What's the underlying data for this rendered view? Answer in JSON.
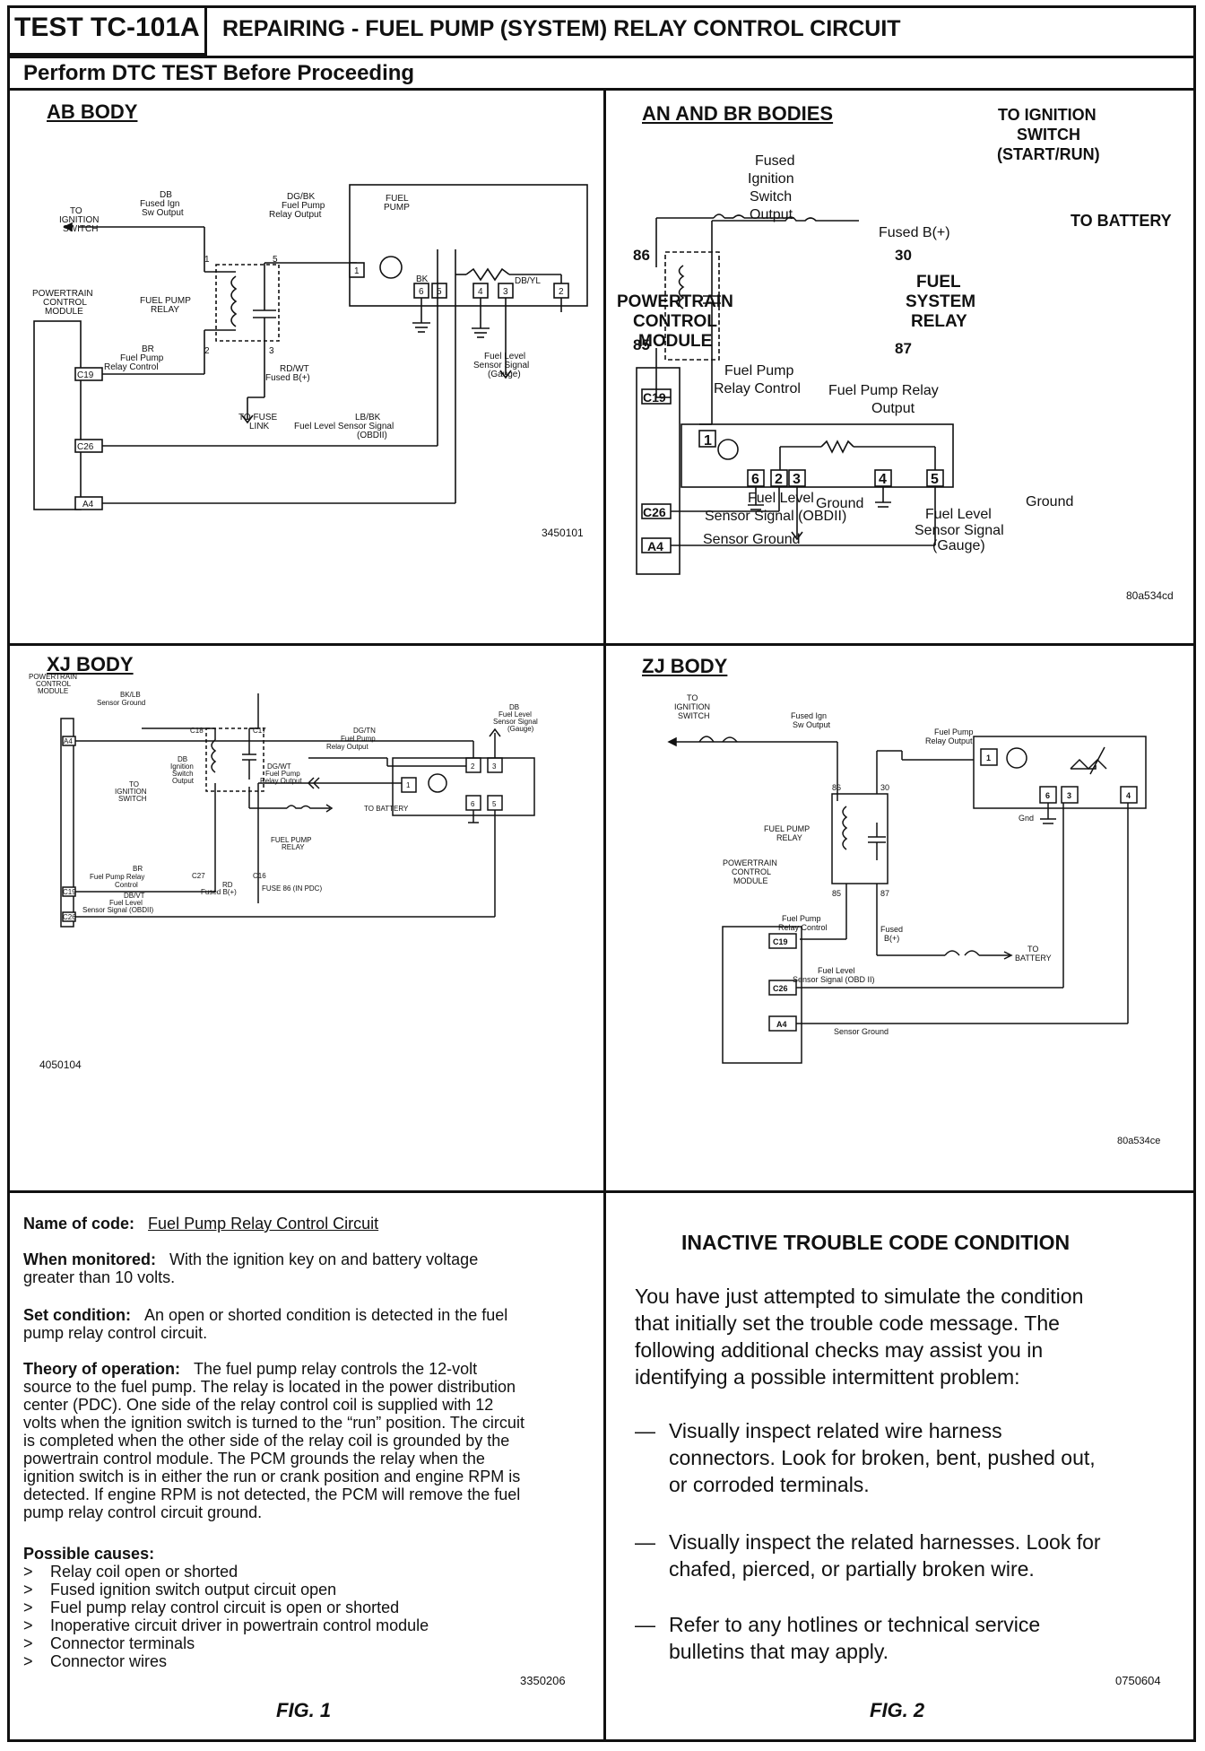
{
  "header": {
    "test_id": "TEST TC-101A",
    "title": "REPAIRING - FUEL PUMP (SYSTEM) RELAY CONTROL CIRCUIT",
    "subtitle": "Perform DTC TEST Before Proceeding"
  },
  "panels": {
    "ab": {
      "title": "AB BODY",
      "ref": "3450101",
      "labels": {
        "to_ign": [
          "TO",
          "IGNITION",
          "SWITCH"
        ],
        "db_out": [
          "DB",
          "Fused Ign",
          "Sw Output"
        ],
        "dgbk": [
          "DG/BK",
          "Fuel Pump",
          "Relay Output"
        ],
        "fuel_pump": [
          "FUEL",
          "PUMP"
        ],
        "pcm": [
          "POWERTRAIN",
          "CONTROL",
          "MODULE"
        ],
        "relay": [
          "FUEL PUMP",
          "RELAY"
        ],
        "br": [
          "BR",
          "Fuel Pump",
          "Relay Control"
        ],
        "rdwt": [
          "RD/WT",
          "Fused B(+)"
        ],
        "to_fuse": [
          "TO FUSE",
          "LINK"
        ],
        "lbbk": [
          "LB/BK",
          "Fuel Level Sensor Signal",
          "(OBDII)"
        ],
        "fuel_level": [
          "Fuel Level",
          "Sensor Signal",
          "(Gauge)"
        ],
        "bk": "BK",
        "dbyl": "DB/YL",
        "pins": [
          "1",
          "5",
          "3",
          "2",
          "1",
          "6",
          "5",
          "4",
          "3",
          "2"
        ],
        "pcm_pins": [
          "C19",
          "C26",
          "A4"
        ]
      }
    },
    "anbr": {
      "title": "AN AND BR BODIES",
      "ref": "80a534cd",
      "labels": {
        "fused_ign": [
          "Fused",
          "Ignition",
          "Switch",
          "Output"
        ],
        "to_ign": [
          "TO IGNITION",
          "SWITCH",
          "(START/RUN)"
        ],
        "fused_b": "Fused B(+)",
        "to_batt": "TO BATTERY",
        "pcm": [
          "POWERTRAIN",
          "CONTROL",
          "MODULE"
        ],
        "relay": [
          "FUEL",
          "SYSTEM",
          "RELAY"
        ],
        "pins": [
          "86",
          "30",
          "85",
          "87"
        ],
        "fp_ctrl": [
          "Fuel Pump",
          "Relay Control"
        ],
        "fp_out": [
          "Fuel Pump Relay",
          "Output"
        ],
        "fls": [
          "Fuel Level",
          "Sensor Signal (OBDII)"
        ],
        "ground": "Ground",
        "ground2": "Ground",
        "sensor_gnd": "Sensor Ground",
        "fl_gauge": [
          "Fuel Level",
          "Sensor Signal",
          "(Gauge)"
        ],
        "conn_pins": [
          "1",
          "6",
          "2",
          "3",
          "4",
          "5"
        ],
        "pcm_pins": [
          "C19",
          "C26",
          "A4"
        ]
      }
    },
    "xj": {
      "title": "XJ BODY",
      "ref": "4050104",
      "labels": {
        "pcm": [
          "POWERTRAIN",
          "CONTROL",
          "MODULE"
        ],
        "bklb": [
          "BK/LB",
          "Sensor Ground"
        ],
        "db_fl": [
          "DB",
          "Fuel Level",
          "Sensor Signal",
          "(Gauge)"
        ],
        "dgtn": [
          "DG/TN",
          "Fuel Pump",
          "Relay Output"
        ],
        "dgwt": [
          "DG/WT",
          "Fuel Pump",
          "Relay Output"
        ],
        "db_ign": [
          "DB",
          "Ignition",
          "Switch",
          "Output"
        ],
        "to_ign": [
          "TO",
          "IGNITION",
          "SWITCH"
        ],
        "relay": [
          "FUEL PUMP",
          "RELAY"
        ],
        "br": [
          "BR",
          "Fuel Pump Relay",
          "Control"
        ],
        "dbvt": [
          "DB/VT",
          "Fuel Level",
          "Sensor Signal (OBDII)"
        ],
        "rd": [
          "RD",
          "Fused B(+)"
        ],
        "fuse": "FUSE 86 (IN PDC)",
        "to_batt": "TO BATTERY",
        "cav": [
          "C18",
          "C17",
          "C27",
          "C16"
        ],
        "pins": [
          "1",
          "2",
          "3",
          "6",
          "5"
        ],
        "pcm_pins": [
          "A4",
          "C19",
          "C26"
        ]
      }
    },
    "zj": {
      "title": "ZJ BODY",
      "ref": "80a534ce",
      "labels": {
        "to_ign": [
          "TO",
          "IGNITION",
          "SWITCH"
        ],
        "fused_ign": [
          "Fused Ign",
          "Sw Output"
        ],
        "fp_out": [
          "Fuel Pump",
          "Relay Output"
        ],
        "relay": [
          "FUEL PUMP",
          "RELAY"
        ],
        "pcm": [
          "POWERTRAIN",
          "CONTROL",
          "MODULE"
        ],
        "pins": [
          "86",
          "30",
          "85",
          "87"
        ],
        "gnd": "Gnd",
        "fp_ctrl": [
          "Fuel Pump",
          "Relay Control"
        ],
        "fused_b": [
          "Fused",
          "B(+)"
        ],
        "to_batt": [
          "TO",
          "BATTERY"
        ],
        "fls": [
          "Fuel Level",
          "Sensor Signal (OBD II)"
        ],
        "sensor_gnd": "Sensor Ground",
        "conn_pins": [
          "1",
          "6",
          "3",
          "4"
        ],
        "pcm_pins": [
          "C19",
          "C26",
          "A4"
        ]
      }
    }
  },
  "fig1": {
    "name_label": "Name of code:",
    "name_value": "Fuel Pump Relay Control Circuit",
    "when_label": "When monitored:",
    "when_text_1": "With the ignition key on and battery voltage",
    "when_text_2": "greater than 10 volts.",
    "set_label": "Set condition:",
    "set_text_1": "An open or shorted condition is detected in the fuel",
    "set_text_2": "pump relay control circuit.",
    "theory_label": "Theory of operation:",
    "theory_lines": [
      "The fuel pump relay controls the 12-volt",
      "source to the fuel pump. The relay is located in the power distribution",
      "center (PDC). One side of the relay control coil is supplied with 12",
      "volts when the ignition switch is turned to the “run” position. The circuit",
      "is completed when the other side of the relay coil is grounded by the",
      "powertrain control module. The PCM grounds the relay when the",
      "ignition switch is in either the run or crank position and engine RPM is",
      "detected. If engine RPM is not detected, the PCM will remove the fuel",
      "pump relay control circuit ground."
    ],
    "causes_label": "Possible causes:",
    "causes": [
      "Relay coil open or shorted",
      "Fused ignition switch output circuit open",
      "Fuel pump relay control circuit is open or shorted",
      "Inoperative circuit driver in powertrain control module",
      "Connector terminals",
      "Connector wires"
    ],
    "bullet": ">",
    "ref": "3350206",
    "caption": "FIG. 1"
  },
  "fig2": {
    "title": "INACTIVE TROUBLE CODE CONDITION",
    "intro_lines": [
      "You have just attempted to simulate the condition",
      "that initially set the trouble code message. The",
      "following additional checks may assist you in",
      "identifying a possible intermittent problem:"
    ],
    "dash": "—",
    "items": [
      [
        "Visually inspect related wire harness",
        "connectors. Look for broken, bent, pushed out,",
        "or corroded terminals."
      ],
      [
        "Visually inspect the related harnesses. Look for",
        "chafed, pierced, or partially broken wire."
      ],
      [
        "Refer to any hotlines or technical service",
        "bulletins that may apply."
      ]
    ],
    "ref": "0750604",
    "caption": "FIG. 2"
  }
}
